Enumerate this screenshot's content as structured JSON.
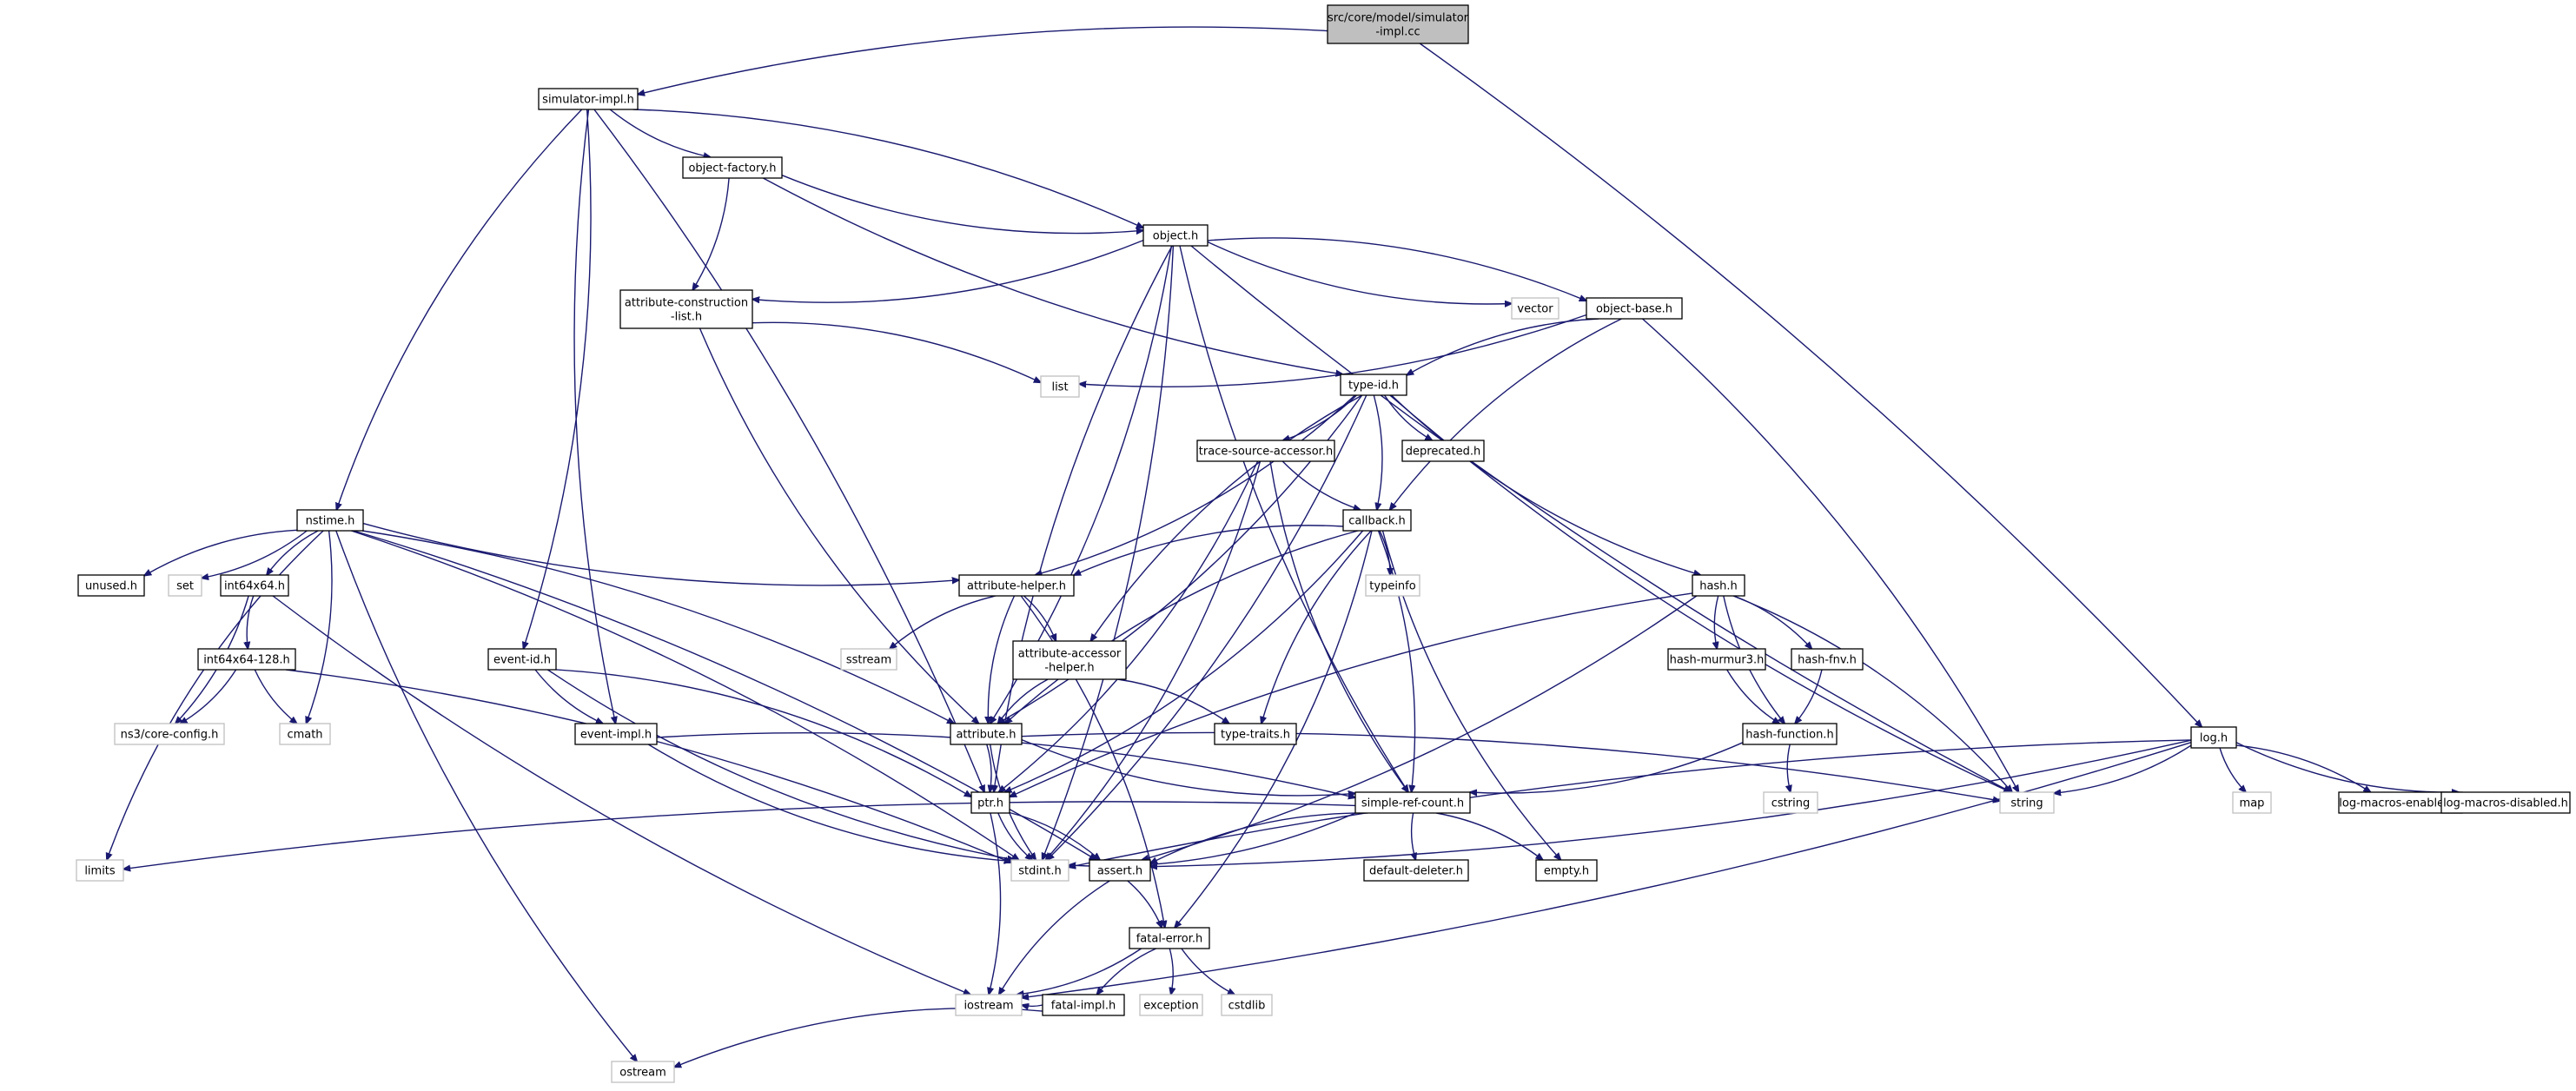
{
  "colors": {
    "edge": "#191970",
    "root_fill": "#bfbfbf",
    "node_fill": "#ffffff",
    "node_border": "#000000",
    "external_border": "#bfbfbf",
    "text": "#000000"
  },
  "nodes": [
    {
      "id": "root",
      "label": [
        "src/core/model/simulator",
        "-impl.cc"
      ],
      "kind": "root"
    },
    {
      "id": "simulator_impl_h",
      "label": [
        "simulator-impl.h"
      ],
      "kind": "doc"
    },
    {
      "id": "log_h",
      "label": [
        "log.h"
      ],
      "kind": "doc"
    },
    {
      "id": "object_factory_h",
      "label": [
        "object-factory.h"
      ],
      "kind": "doc"
    },
    {
      "id": "object_h",
      "label": [
        "object.h"
      ],
      "kind": "doc"
    },
    {
      "id": "attr_construction_list_h",
      "label": [
        "attribute-construction",
        "-list.h"
      ],
      "kind": "doc"
    },
    {
      "id": "vector",
      "label": [
        "vector"
      ],
      "kind": "ext"
    },
    {
      "id": "object_base_h",
      "label": [
        "object-base.h"
      ],
      "kind": "doc"
    },
    {
      "id": "list",
      "label": [
        "list"
      ],
      "kind": "ext"
    },
    {
      "id": "type_id_h",
      "label": [
        "type-id.h"
      ],
      "kind": "doc"
    },
    {
      "id": "trace_source_accessor_h",
      "label": [
        "trace-source-accessor.h"
      ],
      "kind": "doc"
    },
    {
      "id": "deprecated_h",
      "label": [
        "deprecated.h"
      ],
      "kind": "doc"
    },
    {
      "id": "nstime_h",
      "label": [
        "nstime.h"
      ],
      "kind": "doc"
    },
    {
      "id": "callback_h",
      "label": [
        "callback.h"
      ],
      "kind": "doc"
    },
    {
      "id": "unused_h",
      "label": [
        "unused.h"
      ],
      "kind": "doc"
    },
    {
      "id": "set",
      "label": [
        "set"
      ],
      "kind": "ext"
    },
    {
      "id": "int64x64_h",
      "label": [
        "int64x64.h"
      ],
      "kind": "doc"
    },
    {
      "id": "attribute_helper_h",
      "label": [
        "attribute-helper.h"
      ],
      "kind": "doc"
    },
    {
      "id": "typeinfo",
      "label": [
        "typeinfo"
      ],
      "kind": "ext"
    },
    {
      "id": "hash_h",
      "label": [
        "hash.h"
      ],
      "kind": "doc"
    },
    {
      "id": "sstream",
      "label": [
        "sstream"
      ],
      "kind": "ext"
    },
    {
      "id": "attr_accessor_helper_h",
      "label": [
        "attribute-accessor",
        "-helper.h"
      ],
      "kind": "doc"
    },
    {
      "id": "event_id_h",
      "label": [
        "event-id.h"
      ],
      "kind": "doc"
    },
    {
      "id": "int64x64_128_h",
      "label": [
        "int64x64-128.h"
      ],
      "kind": "doc"
    },
    {
      "id": "hash_murmur3_h",
      "label": [
        "hash-murmur3.h"
      ],
      "kind": "doc"
    },
    {
      "id": "hash_fnv_h",
      "label": [
        "hash-fnv.h"
      ],
      "kind": "doc"
    },
    {
      "id": "ns3_core_config_h",
      "label": [
        "ns3/core-config.h"
      ],
      "kind": "ext"
    },
    {
      "id": "cmath",
      "label": [
        "cmath"
      ],
      "kind": "ext"
    },
    {
      "id": "event_impl_h",
      "label": [
        "event-impl.h"
      ],
      "kind": "doc"
    },
    {
      "id": "attribute_h",
      "label": [
        "attribute.h"
      ],
      "kind": "doc"
    },
    {
      "id": "type_traits_h",
      "label": [
        "type-traits.h"
      ],
      "kind": "doc"
    },
    {
      "id": "hash_function_h",
      "label": [
        "hash-function.h"
      ],
      "kind": "doc"
    },
    {
      "id": "ptr_h",
      "label": [
        "ptr.h"
      ],
      "kind": "doc"
    },
    {
      "id": "simple_ref_count_h",
      "label": [
        "simple-ref-count.h"
      ],
      "kind": "doc"
    },
    {
      "id": "cstring",
      "label": [
        "cstring"
      ],
      "kind": "ext"
    },
    {
      "id": "string",
      "label": [
        "string"
      ],
      "kind": "ext"
    },
    {
      "id": "map",
      "label": [
        "map"
      ],
      "kind": "ext"
    },
    {
      "id": "log_macros_enabled_h",
      "label": [
        "log-macros-enabled.h"
      ],
      "kind": "doc"
    },
    {
      "id": "log_macros_disabled_h",
      "label": [
        "log-macros-disabled.h"
      ],
      "kind": "doc"
    },
    {
      "id": "limits",
      "label": [
        "limits"
      ],
      "kind": "ext"
    },
    {
      "id": "stdint_h",
      "label": [
        "stdint.h"
      ],
      "kind": "ext"
    },
    {
      "id": "assert_h",
      "label": [
        "assert.h"
      ],
      "kind": "doc"
    },
    {
      "id": "default_deleter_h",
      "label": [
        "default-deleter.h"
      ],
      "kind": "doc"
    },
    {
      "id": "empty_h",
      "label": [
        "empty.h"
      ],
      "kind": "doc"
    },
    {
      "id": "fatal_error_h",
      "label": [
        "fatal-error.h"
      ],
      "kind": "doc"
    },
    {
      "id": "iostream",
      "label": [
        "iostream"
      ],
      "kind": "ext"
    },
    {
      "id": "fatal_impl_h",
      "label": [
        "fatal-impl.h"
      ],
      "kind": "doc"
    },
    {
      "id": "exception",
      "label": [
        "exception"
      ],
      "kind": "ext"
    },
    {
      "id": "cstdlib",
      "label": [
        "cstdlib"
      ],
      "kind": "ext"
    },
    {
      "id": "ostream",
      "label": [
        "ostream"
      ],
      "kind": "ext"
    }
  ],
  "edges": [
    [
      "root",
      "simulator_impl_h"
    ],
    [
      "root",
      "log_h"
    ],
    [
      "simulator_impl_h",
      "object_factory_h"
    ],
    [
      "simulator_impl_h",
      "object_h"
    ],
    [
      "simulator_impl_h",
      "nstime_h"
    ],
    [
      "simulator_impl_h",
      "event_id_h"
    ],
    [
      "simulator_impl_h",
      "event_impl_h"
    ],
    [
      "simulator_impl_h",
      "ptr_h"
    ],
    [
      "object_factory_h",
      "object_h"
    ],
    [
      "object_factory_h",
      "attr_construction_list_h"
    ],
    [
      "object_factory_h",
      "type_id_h"
    ],
    [
      "object_h",
      "attr_construction_list_h"
    ],
    [
      "object_h",
      "vector"
    ],
    [
      "object_h",
      "object_base_h"
    ],
    [
      "object_h",
      "string"
    ],
    [
      "object_h",
      "stdint_h"
    ],
    [
      "object_h",
      "ptr_h"
    ],
    [
      "object_h",
      "attribute_h"
    ],
    [
      "object_h",
      "simple_ref_count_h"
    ],
    [
      "attr_construction_list_h",
      "list"
    ],
    [
      "attr_construction_list_h",
      "attribute_h"
    ],
    [
      "object_base_h",
      "list"
    ],
    [
      "object_base_h",
      "type_id_h"
    ],
    [
      "object_base_h",
      "string"
    ],
    [
      "object_base_h",
      "callback_h"
    ],
    [
      "type_id_h",
      "trace_source_accessor_h"
    ],
    [
      "type_id_h",
      "deprecated_h"
    ],
    [
      "type_id_h",
      "callback_h"
    ],
    [
      "type_id_h",
      "hash_h"
    ],
    [
      "type_id_h",
      "attribute_helper_h"
    ],
    [
      "type_id_h",
      "attr_accessor_helper_h"
    ],
    [
      "type_id_h",
      "attribute_h"
    ],
    [
      "type_id_h",
      "string"
    ],
    [
      "type_id_h",
      "stdint_h"
    ],
    [
      "trace_source_accessor_h",
      "callback_h"
    ],
    [
      "trace_source_accessor_h",
      "ptr_h"
    ],
    [
      "trace_source_accessor_h",
      "simple_ref_count_h"
    ],
    [
      "trace_source_accessor_h",
      "stdint_h"
    ],
    [
      "callback_h",
      "attribute_helper_h"
    ],
    [
      "callback_h",
      "typeinfo"
    ],
    [
      "callback_h",
      "type_traits_h"
    ],
    [
      "callback_h",
      "simple_ref_count_h"
    ],
    [
      "callback_h",
      "empty_h"
    ],
    [
      "callback_h",
      "ptr_h"
    ],
    [
      "callback_h",
      "attribute_h"
    ],
    [
      "callback_h",
      "fatal_error_h"
    ],
    [
      "nstime_h",
      "unused_h"
    ],
    [
      "nstime_h",
      "set"
    ],
    [
      "nstime_h",
      "int64x64_h"
    ],
    [
      "nstime_h",
      "cmath"
    ],
    [
      "nstime_h",
      "attribute_helper_h"
    ],
    [
      "nstime_h",
      "attribute_h"
    ],
    [
      "nstime_h",
      "limits"
    ],
    [
      "nstime_h",
      "stdint_h"
    ],
    [
      "nstime_h",
      "ostream"
    ],
    [
      "nstime_h",
      "assert_h"
    ],
    [
      "int64x64_h",
      "int64x64_128_h"
    ],
    [
      "int64x64_h",
      "ns3_core_config_h"
    ],
    [
      "int64x64_h",
      "iostream"
    ],
    [
      "int64x64_128_h",
      "ns3_core_config_h"
    ],
    [
      "int64x64_128_h",
      "cmath"
    ],
    [
      "int64x64_128_h",
      "stdint_h"
    ],
    [
      "attribute_helper_h",
      "sstream"
    ],
    [
      "attribute_helper_h",
      "attr_accessor_helper_h"
    ],
    [
      "attribute_helper_h",
      "attribute_h"
    ],
    [
      "attribute_helper_h",
      "fatal_error_h"
    ],
    [
      "attr_accessor_helper_h",
      "attribute_h"
    ],
    [
      "attr_accessor_helper_h",
      "type_traits_h"
    ],
    [
      "hash_h",
      "hash_murmur3_h"
    ],
    [
      "hash_h",
      "hash_fnv_h"
    ],
    [
      "hash_h",
      "hash_function_h"
    ],
    [
      "hash_h",
      "string"
    ],
    [
      "hash_h",
      "ptr_h"
    ],
    [
      "hash_h",
      "assert_h"
    ],
    [
      "hash_murmur3_h",
      "hash_function_h"
    ],
    [
      "hash_fnv_h",
      "hash_function_h"
    ],
    [
      "hash_function_h",
      "cstring"
    ],
    [
      "hash_function_h",
      "simple_ref_count_h"
    ],
    [
      "event_id_h",
      "event_impl_h"
    ],
    [
      "event_id_h",
      "ptr_h"
    ],
    [
      "event_id_h",
      "stdint_h"
    ],
    [
      "event_impl_h",
      "simple_ref_count_h"
    ],
    [
      "event_impl_h",
      "stdint_h"
    ],
    [
      "attribute_h",
      "ptr_h"
    ],
    [
      "attribute_h",
      "simple_ref_count_h"
    ],
    [
      "attribute_h",
      "string"
    ],
    [
      "attribute_h",
      "stdint_h"
    ],
    [
      "ptr_h",
      "iostream"
    ],
    [
      "ptr_h",
      "stdint_h"
    ],
    [
      "ptr_h",
      "assert_h"
    ],
    [
      "simple_ref_count_h",
      "default_deleter_h"
    ],
    [
      "simple_ref_count_h",
      "empty_h"
    ],
    [
      "simple_ref_count_h",
      "limits"
    ],
    [
      "simple_ref_count_h",
      "stdint_h"
    ],
    [
      "simple_ref_count_h",
      "assert_h"
    ],
    [
      "assert_h",
      "fatal_error_h"
    ],
    [
      "assert_h",
      "iostream"
    ],
    [
      "fatal_error_h",
      "iostream"
    ],
    [
      "fatal_error_h",
      "fatal_impl_h"
    ],
    [
      "fatal_error_h",
      "exception"
    ],
    [
      "fatal_error_h",
      "cstdlib"
    ],
    [
      "fatal_impl_h",
      "iostream"
    ],
    [
      "fatal_impl_h",
      "ostream"
    ],
    [
      "log_h",
      "string"
    ],
    [
      "log_h",
      "map"
    ],
    [
      "log_h",
      "log_macros_enabled_h"
    ],
    [
      "log_h",
      "log_macros_disabled_h"
    ],
    [
      "log_h",
      "iostream"
    ],
    [
      "log_h",
      "stdint_h"
    ],
    [
      "log_h",
      "assert_h"
    ]
  ]
}
